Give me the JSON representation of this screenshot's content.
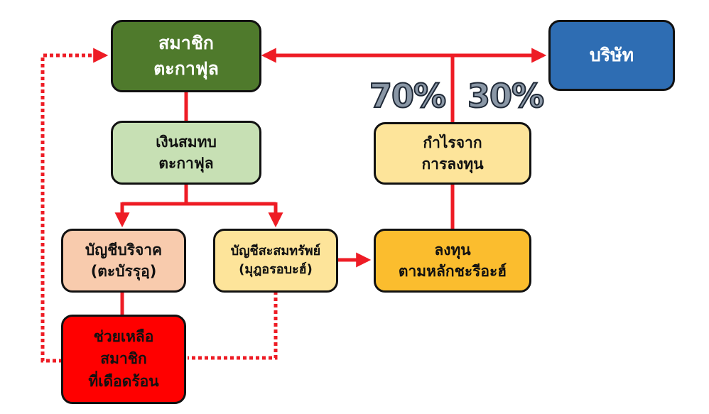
{
  "colors": {
    "arrow": "#ee1c25",
    "border": "#111111",
    "member": "#4f7a2c",
    "company": "#2e6db3",
    "contribution": "#c7e0b4",
    "profit": "#fde49a",
    "donation": "#f8cbad",
    "savings": "#fde49a",
    "invest": "#fbbd2e",
    "help": "#ff0000"
  },
  "nodes": {
    "member": {
      "lines": [
        "สมาชิก",
        "ตะกาฟุล"
      ]
    },
    "company": {
      "lines": [
        "บริษัท"
      ]
    },
    "contribution": {
      "lines": [
        "เงินสมทบ",
        "ตะกาฟุล"
      ]
    },
    "profit": {
      "lines": [
        "กำไรจาก",
        "การลงทุน"
      ]
    },
    "donation": {
      "lines": [
        "บัญชีบริจาค",
        "(ตะบัรรุอฺ)"
      ]
    },
    "savings": {
      "lines": [
        "บัญชีสะสมทรัพย์",
        "(มุฎอรอบะฮ์)"
      ]
    },
    "invest": {
      "lines": [
        "ลงทุน",
        "ตามหลักชะรีอะฮ์"
      ]
    },
    "help": {
      "lines": [
        "ช่วยเหลือ",
        "สมาชิก",
        "ที่เดือดร้อน"
      ]
    }
  },
  "labels": {
    "member_share": "70%",
    "company_share": "30%"
  }
}
